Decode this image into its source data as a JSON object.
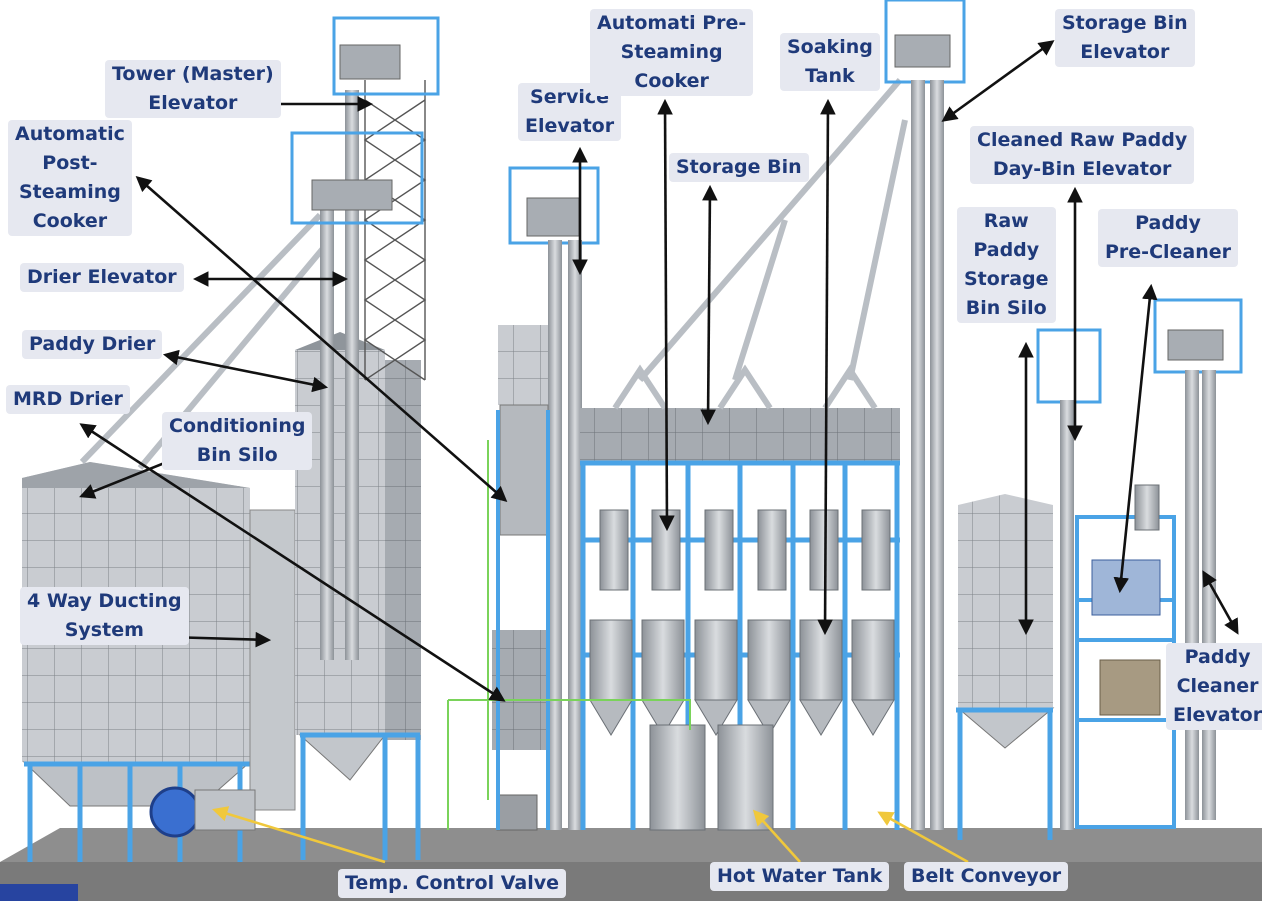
{
  "labels": {
    "tower_master_elevator": "Tower (Master)\nElevator",
    "automatic_post_steaming_cooker": "Automatic\nPost-\nSteaming\nCooker",
    "drier_elevator": "Drier Elevator",
    "paddy_drier": "Paddy Drier",
    "mrd_drier": "MRD Drier",
    "conditioning_bin_silo": "Conditioning\nBin Silo",
    "four_way_ducting_system": "4 Way Ducting\nSystem",
    "temp_control_valve": "Temp. Control Valve",
    "service_elevator": "Service\nElevator",
    "automati_pre_steaming_cooker": "Automati Pre-\nSteaming\nCooker",
    "soaking_tank": "Soaking\nTank",
    "storage_bin": "Storage Bin",
    "storage_bin_elevator": "Storage Bin\nElevator",
    "cleaned_raw_paddy_day_bin_elevator": "Cleaned Raw Paddy\nDay-Bin Elevator",
    "raw_paddy_storage_bin_silo": "Raw\nPaddy\nStorage\nBin Silo",
    "paddy_pre_cleaner": "Paddy\nPre-Cleaner",
    "paddy_cleaner_elevator": "Paddy\nCleaner\nElevator",
    "hot_water_tank": "Hot Water Tank",
    "belt_conveyor": "Belt Conveyor"
  },
  "colors": {
    "label_text": "#1f3a7a",
    "label_bg": "#e6e8f0",
    "frame_blue": "#4aa3e6",
    "steel": "#b9bec4",
    "arrow_black": "#111111",
    "arrow_yellow": "#f0c83c",
    "pipe_green": "#7ad35a"
  }
}
